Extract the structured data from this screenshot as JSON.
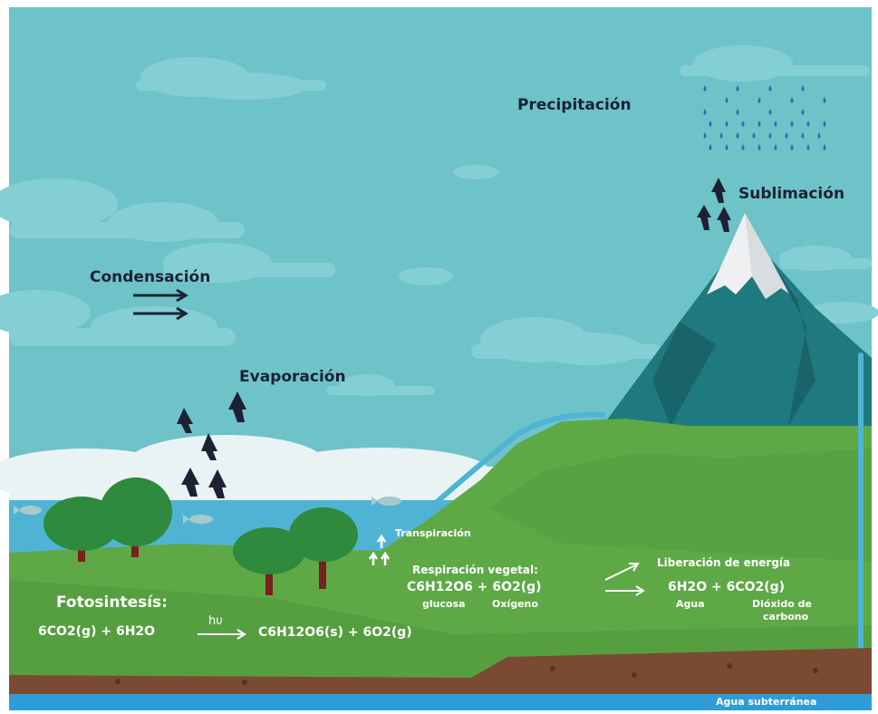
{
  "labels": {
    "precipitacion": "Precipitación",
    "sublimacion": "Sublimación",
    "condensacion": "Condensación",
    "evaporacion": "Evaporación",
    "transpiracion": "Transpiración",
    "respiracion": "Respiración vegetal:",
    "liberacion": "Liberación de energía",
    "fotosintesis": "Fotosintesís:",
    "agua_subterranea": "Agua subterránea"
  },
  "equations": {
    "respiracion": "C6H12O6 + 6O2(g)",
    "glucosa": "glucosa",
    "oxigeno": "Oxígeno",
    "liberacion": "6H2O + 6CO2(g)",
    "agua": "Agua",
    "dioxido_1": "Dióxido de",
    "dioxido_2": "carbono",
    "foto_reactants": "6CO2(g) + 6H2O",
    "foto_hv": "hυ",
    "foto_products": "C6H12O6(s) + 6O2(g)"
  },
  "colors": {
    "sky": "#6ec3c9",
    "cloud": "#86d0d4",
    "water": "#4fb4d4",
    "grass": "#5ea946",
    "mountain": "#1f7a7f",
    "snow": "#eef0f2",
    "soil": "#7b4a32",
    "ground_water": "#2f9cd5",
    "tree_canopy": "#2e8a3c",
    "trunk": "#7a1f22",
    "arrow_dark": "#1d2133",
    "raindrop": "#2a6fb8"
  }
}
